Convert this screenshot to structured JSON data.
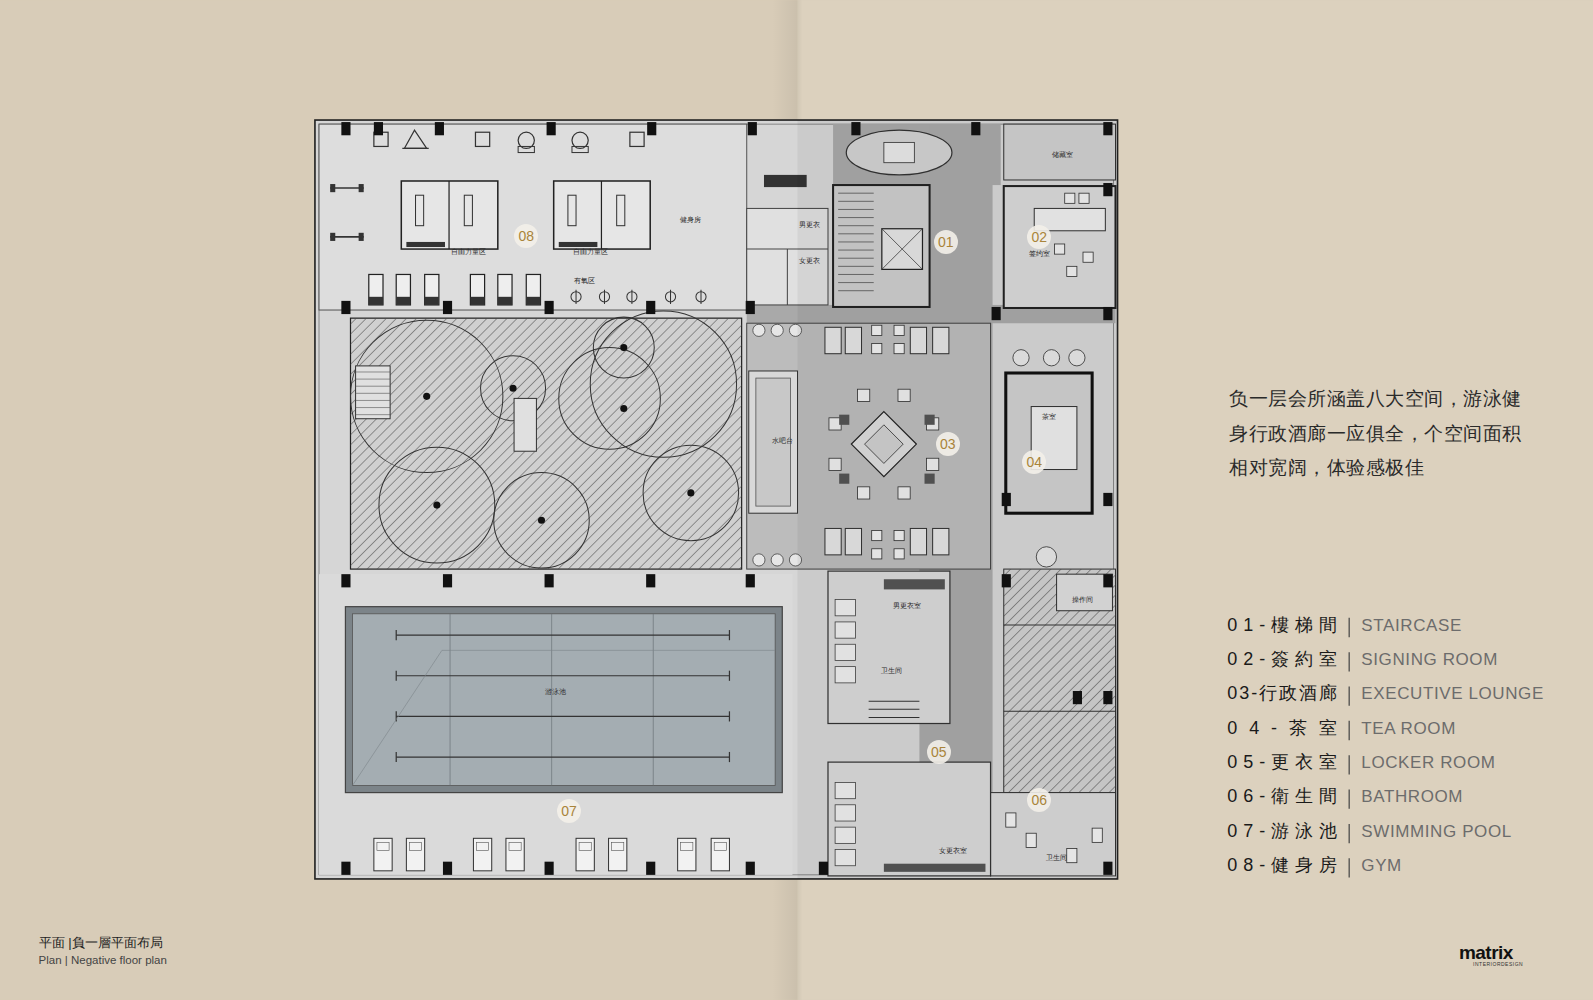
{
  "diagram": {
    "nodes": [
      {
        "text": [
          "01"
        ]
      },
      {
        "text": [
          "02"
        ]
      },
      {
        "text": [
          "03"
        ]
      },
      {
        "text": [
          "04"
        ]
      },
      {
        "text": [
          "05"
        ]
      },
      {
        "text": [
          "06"
        ]
      },
      {
        "text": [
          "07"
        ]
      },
      {
        "text": [
          "08"
        ]
      }
    ],
    "labels": [
      "负一层会所涵盖八大空间，游泳健身行政酒廊一应俱全，个空间面积相对宽阔，体验感极佳",
      "01-樓梯間",
      "STAIRCASE",
      "02-簽約室",
      "SIGNING ROOM",
      "03-行政酒廊",
      "EXECUTIVE LOUNGE",
      "04-茶室",
      "TEA ROOM",
      "05-更衣室",
      "LOCKER ROOM",
      "06-衛生間",
      "BATHROOM",
      "07-游泳池",
      "SWIMMING POOL",
      "08-健身房",
      "GYM",
      "平面 |負一層平面布局",
      "Plan | Negative floor plan",
      "matrix",
      "INTERIORDESIGN",
      "健身房",
      "自由力量区",
      "自由力量区",
      "有氧区",
      "储藏室",
      "签约室",
      "茶室",
      "游泳池",
      "男更衣",
      "女更衣",
      "男更衣室",
      "女更衣室",
      "卫生间",
      "卫生间",
      "操作间",
      "水吧台"
    ]
  }
}
